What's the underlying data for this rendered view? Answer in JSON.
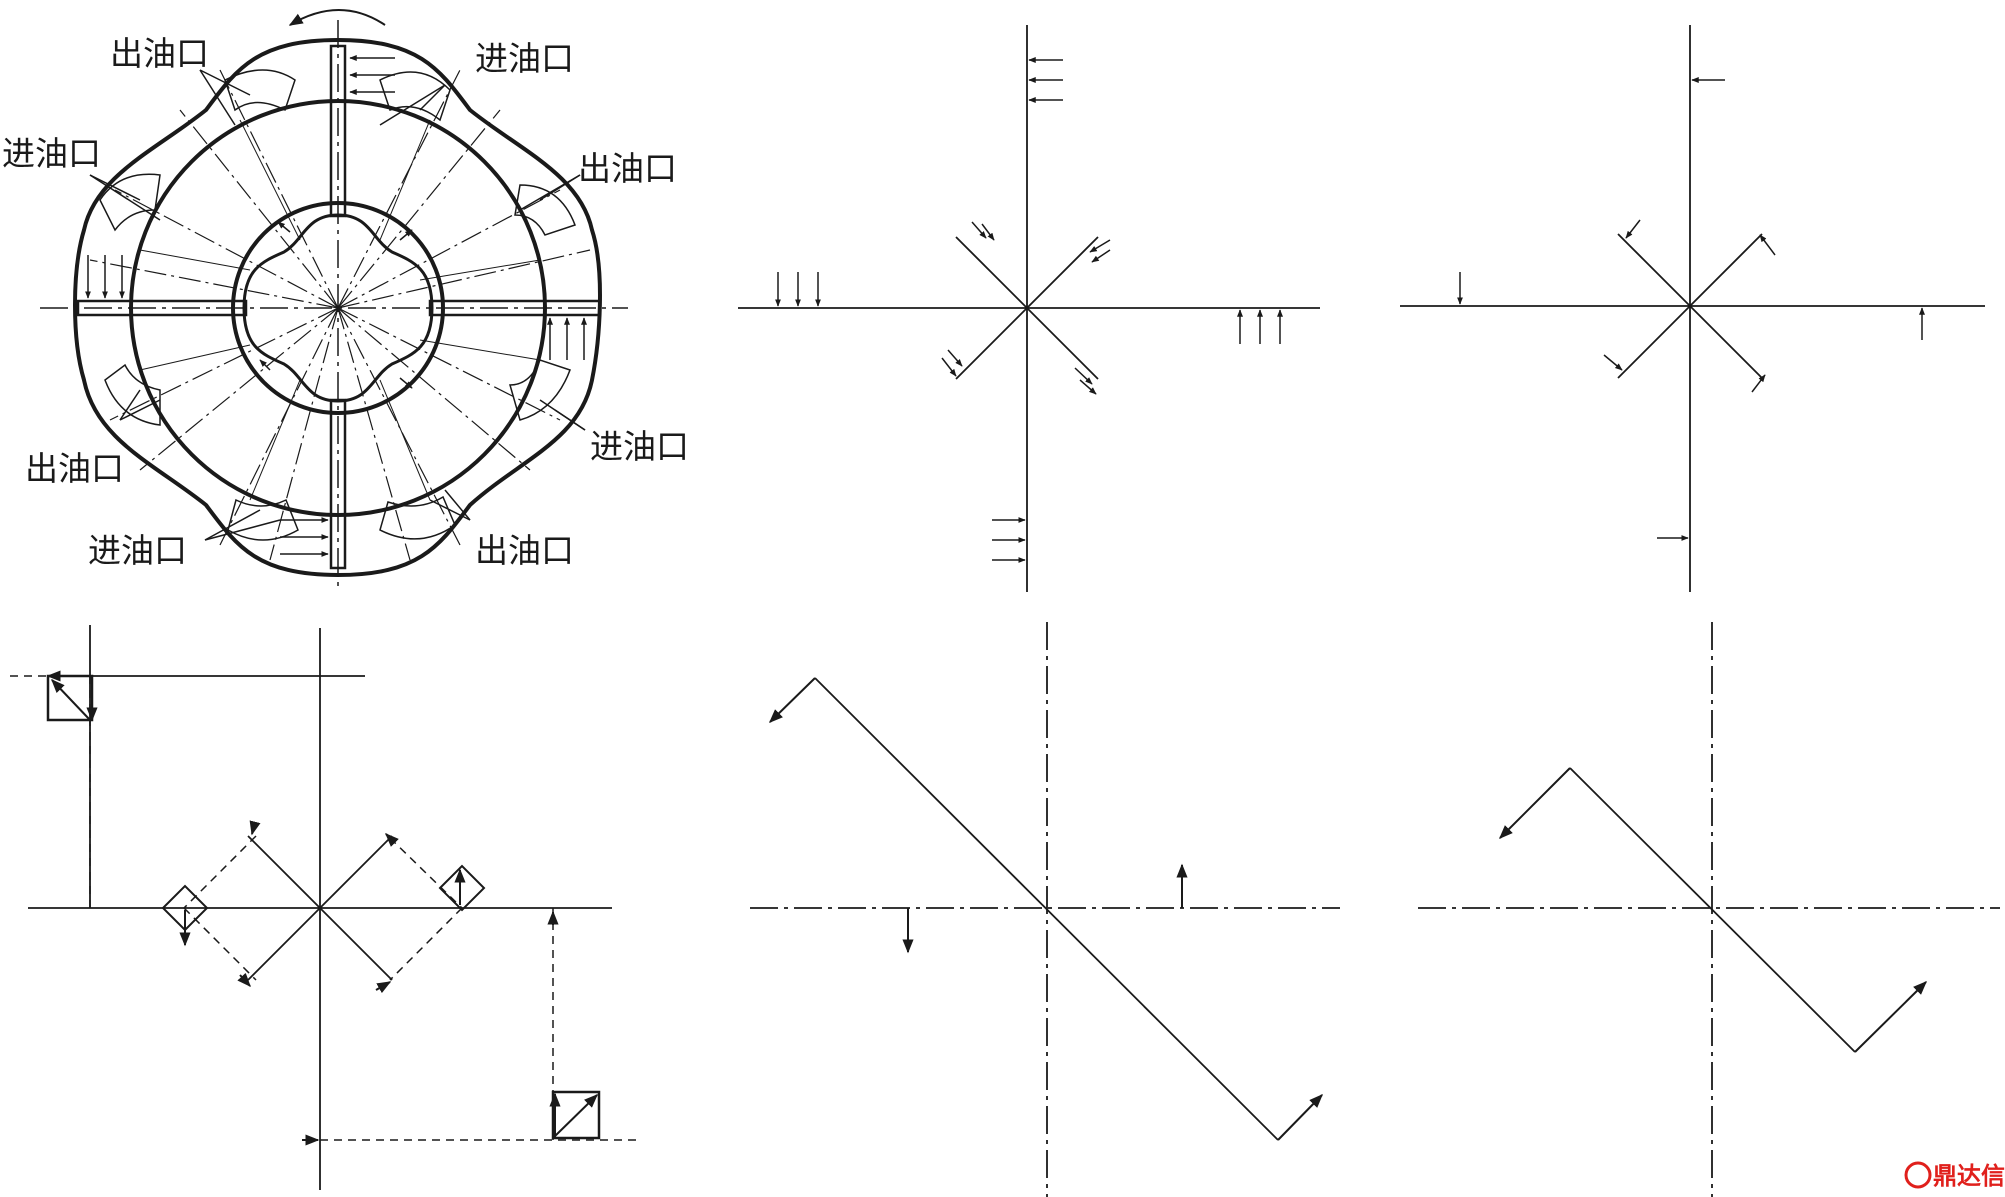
{
  "labels": {
    "outlet": "出油口",
    "inlet": "进油口"
  },
  "watermark": {
    "text": "鼎达信",
    "color": "#e0201c"
  },
  "colors": {
    "line": "#1a1a1a",
    "background": "#ffffff"
  },
  "panels": [
    {
      "name": "pump-structure",
      "description_visible": false
    },
    {
      "name": "radial-force-distribution"
    },
    {
      "name": "resultant-radial-force"
    },
    {
      "name": "force-decomposition"
    },
    {
      "name": "moment-diagram-a"
    },
    {
      "name": "moment-diagram-b"
    }
  ]
}
